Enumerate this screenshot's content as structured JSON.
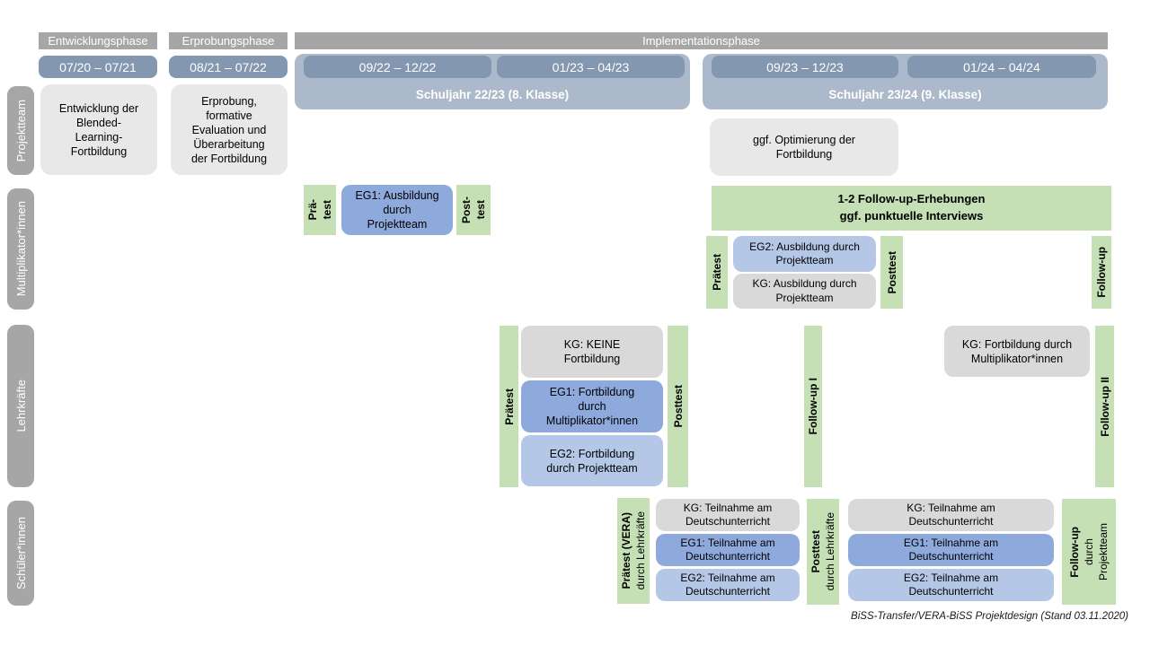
{
  "caption": "BiSS-Transfer/VERA-BiSS Projektdesign (Stand 03.11.2020)",
  "row_labels": [
    "Projektteam",
    "Multiplikator*innen",
    "Lehrkräfte",
    "Schüler*innen"
  ],
  "phases": {
    "entwicklung": {
      "label": "Entwicklungsphase",
      "period": "07/20 – 07/21"
    },
    "erprobung": {
      "label": "Erprobungsphase",
      "period": "08/21 – 07/22"
    },
    "implementation": {
      "label": "Implementationsphase",
      "periods": [
        "09/22 – 12/22",
        "01/23 – 04/23",
        "09/23 – 12/23",
        "01/24 – 04/24"
      ],
      "school_years": [
        "Schuljahr 22/23 (8. Klasse)",
        "Schuljahr 23/24 (9. Klasse)"
      ]
    }
  },
  "projektteam": {
    "entwicklung_box": "Entwicklung der\nBlended-\nLearning-\nFortbildung",
    "erprobung_box": "Erprobung,\nformative\nEvaluation und\nÜberarbeitung\nder Fortbildung",
    "optimierung_box": "ggf. Optimierung der\nFortbildung"
  },
  "multiplikatoren": {
    "praetest_lines": [
      "Prä-",
      "test"
    ],
    "eg1_box": "EG1: Ausbildung\ndurch\nProjektteam",
    "posttest_lines": [
      "Post-",
      "test"
    ],
    "followup_banner": "1-2 Follow-up-Erhebungen\nggf. punktuelle Interviews",
    "praetest2": "Prätest",
    "eg2_box": "EG2: Ausbildung durch\nProjektteam",
    "kg_box": "KG: Ausbildung durch\nProjektteam",
    "posttest2": "Posttest",
    "followup": "Follow-up"
  },
  "lehrkraefte": {
    "praetest": "Prätest",
    "kg_box": "KG: KEINE\nFortbildung",
    "eg1_box": "EG1: Fortbildung\ndurch\nMultiplikator*innen",
    "eg2_box": "EG2: Fortbildung\ndurch Projektteam",
    "posttest": "Posttest",
    "followup1": "Follow-up I",
    "kg_box2": "KG: Fortbildung durch\nMultiplikator*innen",
    "followup2": "Follow-up II"
  },
  "schueler": {
    "praetest_lines": [
      "Prätest (VERA)",
      "durch Lehrkräfte"
    ],
    "kg_box": "KG: Teilnahme am\nDeutschunterricht",
    "eg1_box": "EG1: Teilnahme am\nDeutschunterricht",
    "eg2_box": "EG2: Teilnahme am\nDeutschunterricht",
    "posttest_lines": [
      "Posttest",
      "durch Lehrkräfte"
    ],
    "kg_box2": "KG: Teilnahme am\nDeutschunterricht",
    "eg1_box2": "EG1: Teilnahme am\nDeutschunterricht",
    "eg2_box2": "EG2: Teilnahme am\nDeutschunterricht",
    "followup_lines": [
      "Follow-up",
      "durch",
      "Projektteam"
    ]
  },
  "colors": {
    "header_gray": "#A6A6A6",
    "period_blue": "#8497B0",
    "band_blue": "#ACB9CA",
    "box_gray_light": "#E9E8E8",
    "box_gray": "#D9D9D9",
    "eg1_blue": "#8EA9DB",
    "eg2_blue": "#B4C7E7",
    "green": "#C5E0B4"
  }
}
